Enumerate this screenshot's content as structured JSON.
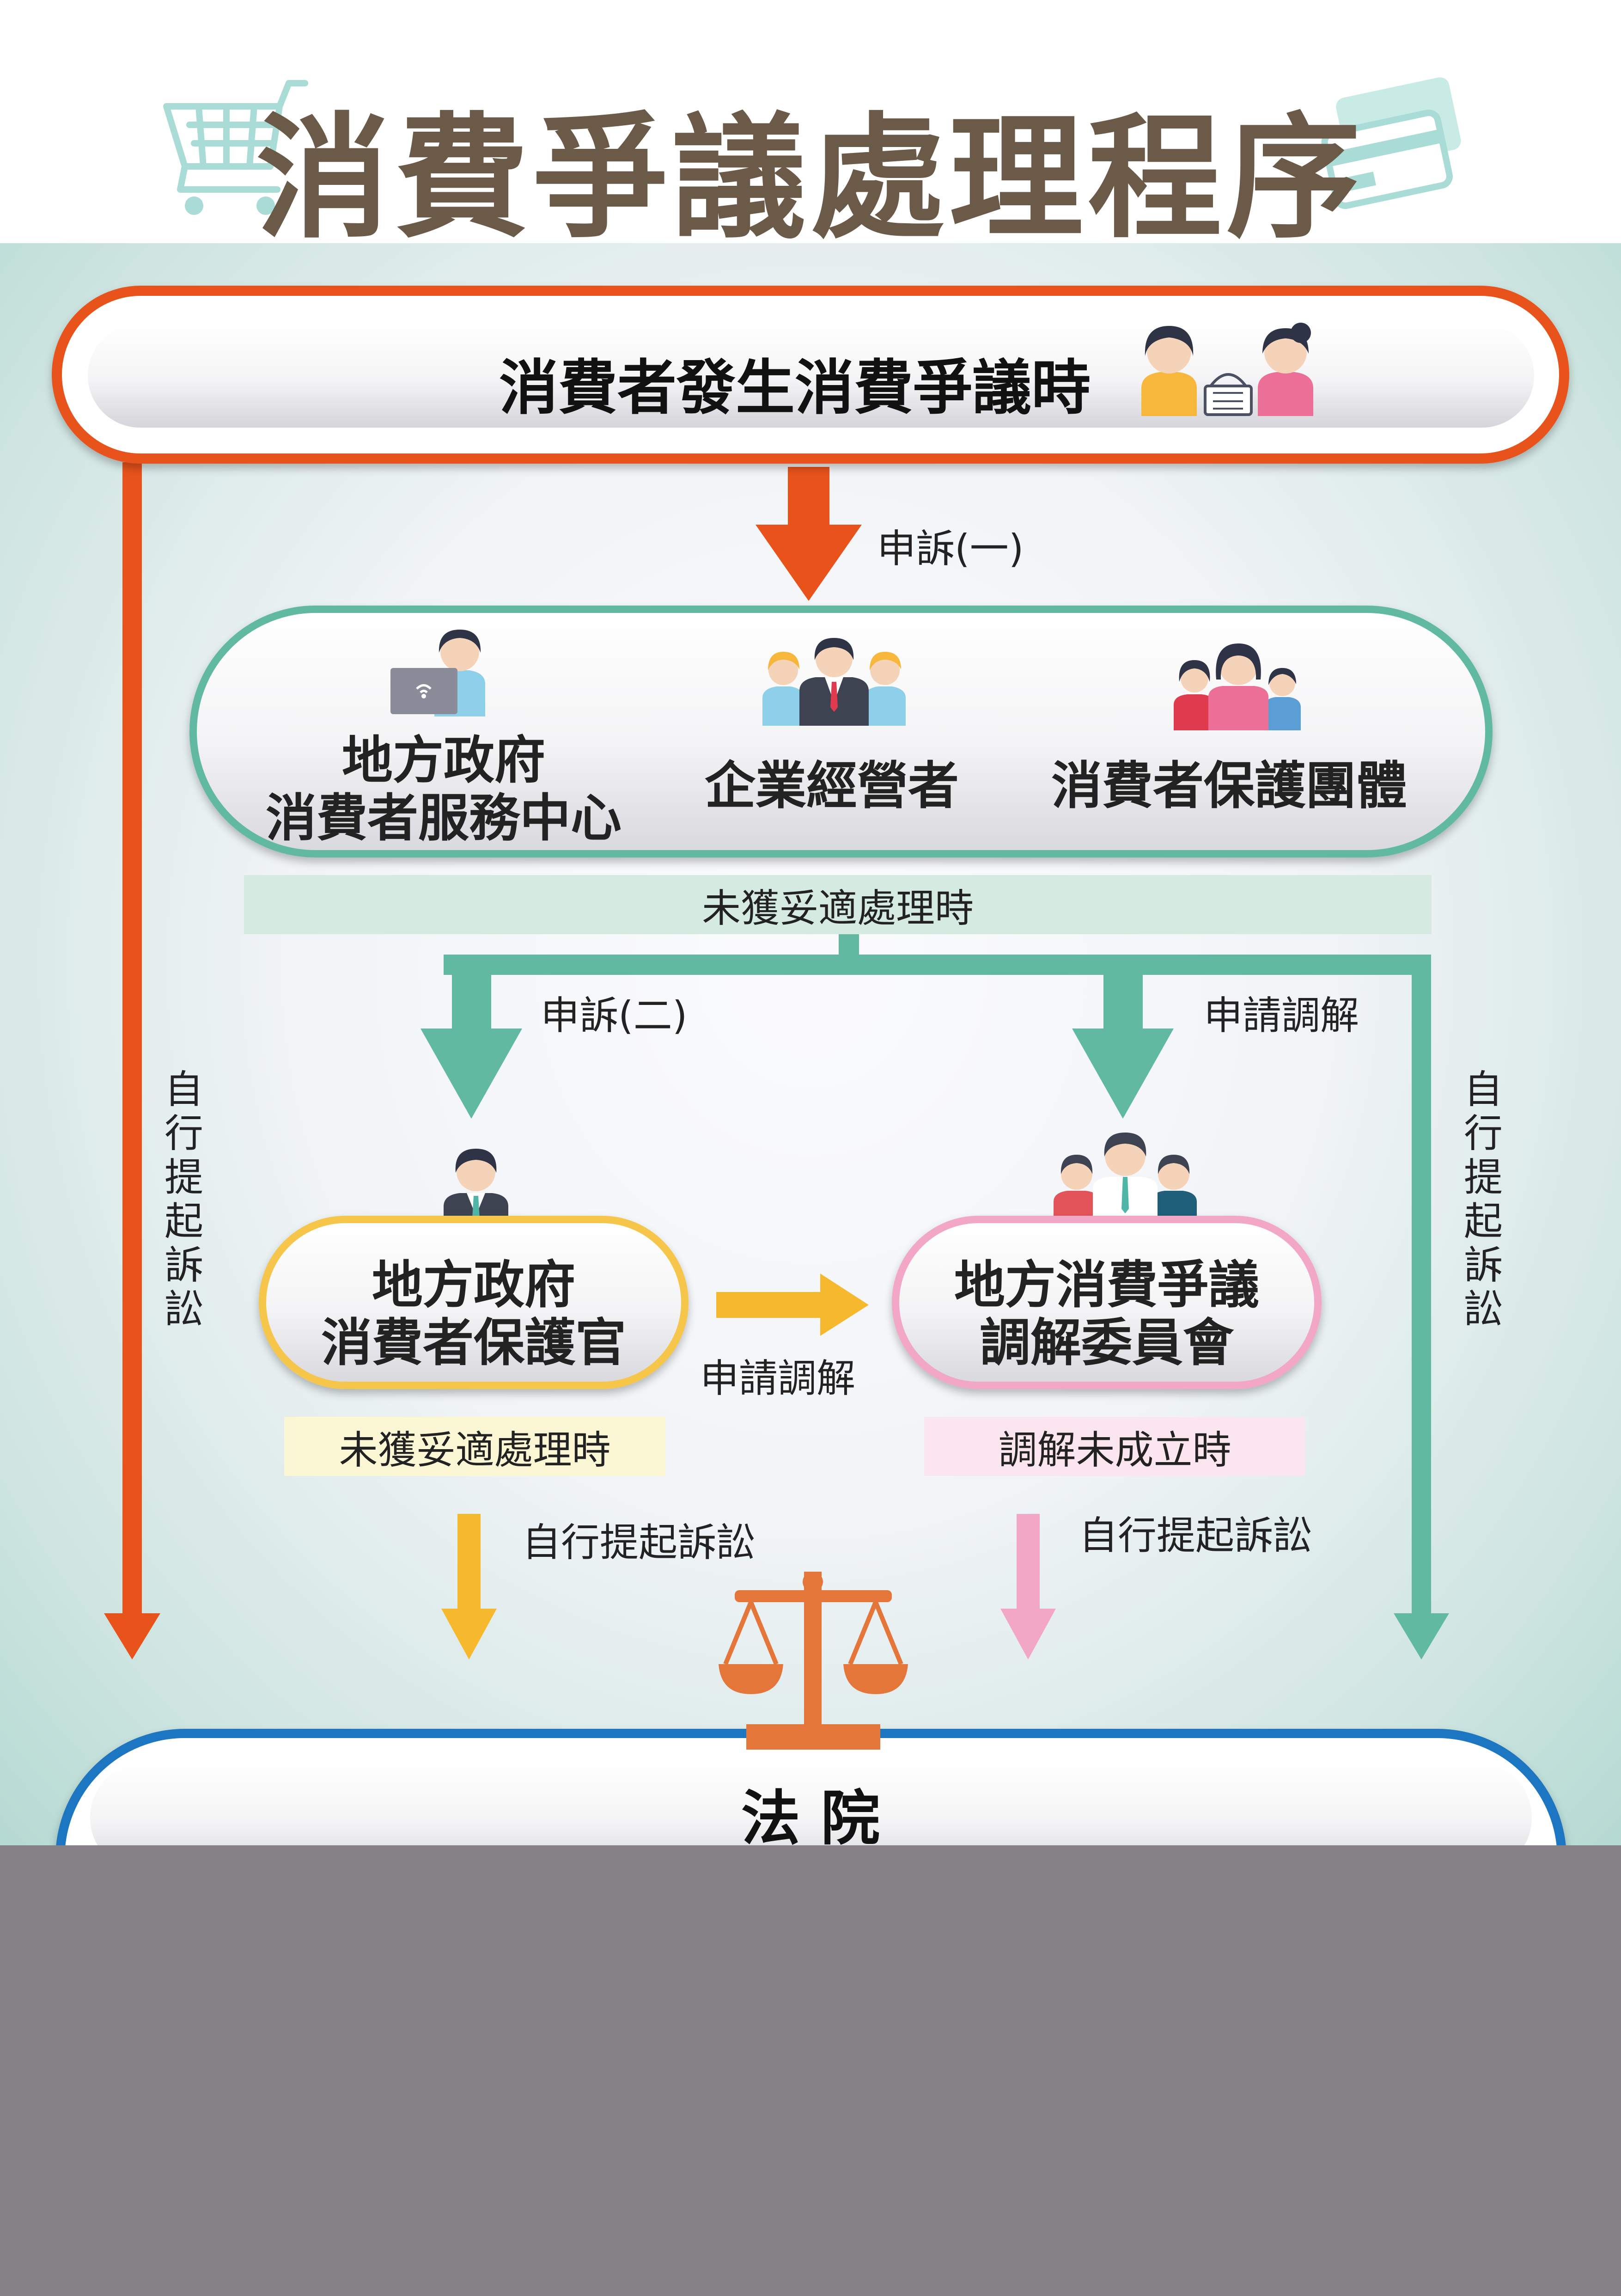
{
  "title": "消費爭議處理程序",
  "icons": {
    "cart": "shopping-cart-icon",
    "card": "credit-card-icon",
    "scale": "scale-of-justice-icon"
  },
  "colors": {
    "title": "#6b5a48",
    "orange": "#e8531c",
    "teal": "#60b9a0",
    "yellow": "#f6c64a",
    "pink": "#f2a7c6",
    "blue": "#1d76c2",
    "scale": "#e4763a"
  },
  "start": {
    "label": "消費者發生消費爭議時"
  },
  "complaint1": {
    "label": "申訴(一)"
  },
  "orgs": {
    "gov_center": {
      "line1": "地方政府",
      "line2": "消費者服務中心"
    },
    "business": {
      "label": "企業經營者"
    },
    "protection_group": {
      "label": "消費者保護團體"
    }
  },
  "unresolved_bar": {
    "label": "未獲妥適處理時"
  },
  "complaint2": {
    "label": "申訴(二)"
  },
  "apply_mediation_top": {
    "label": "申請調解"
  },
  "apply_mediation_mid": {
    "label": "申請調解"
  },
  "protection_officer": {
    "line1": "地方政府",
    "line2": "消費者保護官"
  },
  "mediation_committee": {
    "line1": "地方消費爭議",
    "line2": "調解委員會"
  },
  "officer_unresolved": {
    "label": "未獲妥適處理時"
  },
  "mediation_failed": {
    "label": "調解未成立時"
  },
  "lawsuit_left_vertical": {
    "label": "自行提起訴訟"
  },
  "lawsuit_right_vertical": {
    "label": "自行提起訴訟"
  },
  "lawsuit_officer": {
    "label": "自行提起訴訟"
  },
  "lawsuit_committee": {
    "label": "自行提起訴訟"
  },
  "court": {
    "label": "法 院"
  }
}
